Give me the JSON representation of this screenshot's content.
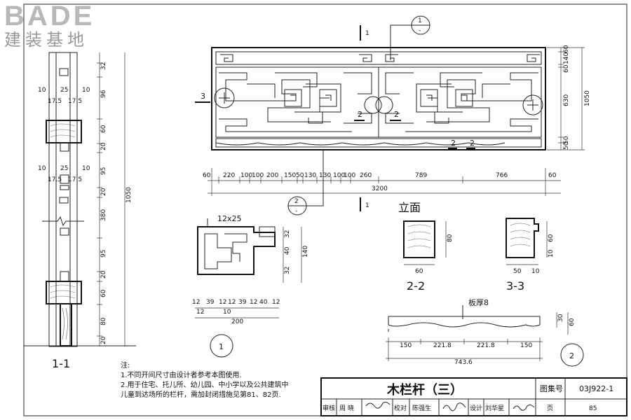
{
  "logo": {
    "brand": "BADE",
    "subtitle": "建装基地"
  },
  "main_elevation": {
    "label": "立面",
    "section_marks": {
      "top": "1",
      "bottom": "1",
      "left": "3",
      "center": "2",
      "right": "2"
    },
    "callout_top": {
      "num": "1",
      "den": "-"
    },
    "callout_bottom": {
      "num": "2",
      "den": "-"
    },
    "horizontal_dims": [
      "60",
      "220",
      "100",
      "100",
      "200",
      "150",
      "50",
      "130",
      "130",
      "100",
      "100",
      "260",
      "789",
      "766",
      "60"
    ],
    "total_width": "3200",
    "right_dims": [
      "60",
      "140",
      "60",
      "630",
      "50",
      "50"
    ],
    "right_total": "1050"
  },
  "section_1_1": {
    "label": "1-1",
    "left_dims": [
      "10",
      "25",
      "10",
      "17.5",
      "17.5"
    ],
    "left_dims2": [
      "10",
      "25",
      "10",
      "17.5",
      "17.5"
    ],
    "vertical_dims": [
      "32",
      "96",
      "60",
      "20",
      "95",
      "20",
      "380",
      "95",
      "20",
      "60",
      "80",
      "20"
    ],
    "total": "1050"
  },
  "detail_1": {
    "label": "1",
    "member": "12x25",
    "v_dims": [
      "32",
      "40",
      "32",
      "140"
    ],
    "h_dims": [
      "12",
      "39",
      "12",
      "12",
      "39",
      "12",
      "40",
      "12",
      "12",
      "10"
    ],
    "total": "200"
  },
  "section_2_2": {
    "label": "2-2",
    "w": "60",
    "h": "80"
  },
  "section_3_3": {
    "label": "3-3",
    "w": "50",
    "w2": "10",
    "h1": "60",
    "h2": "10"
  },
  "detail_2": {
    "label": "2",
    "thickness": "板厚8",
    "dims": [
      "150",
      "221.8",
      "221.8",
      "150"
    ],
    "total": "743.6",
    "v_dims": [
      "30",
      "60"
    ]
  },
  "notes": {
    "title": "注:",
    "line1": "1.不同开间尺寸由设计者参考本图使用.",
    "line2": "2.用于住宅、托儿所、幼儿园、中小学以及公共建筑中",
    "line3": "儿童到达场所的栏杆，需加封闭措施见第81、82页."
  },
  "title_block": {
    "drawing_title": "木栏杆（三）",
    "atlas_label": "图集号",
    "atlas_no": "03J922-1",
    "review": "审核",
    "reviewer": "周 晓",
    "check": "校对",
    "checker": "陈强生",
    "design": "设计",
    "designer": "刘华星",
    "page_label": "页",
    "page_no": "85"
  }
}
